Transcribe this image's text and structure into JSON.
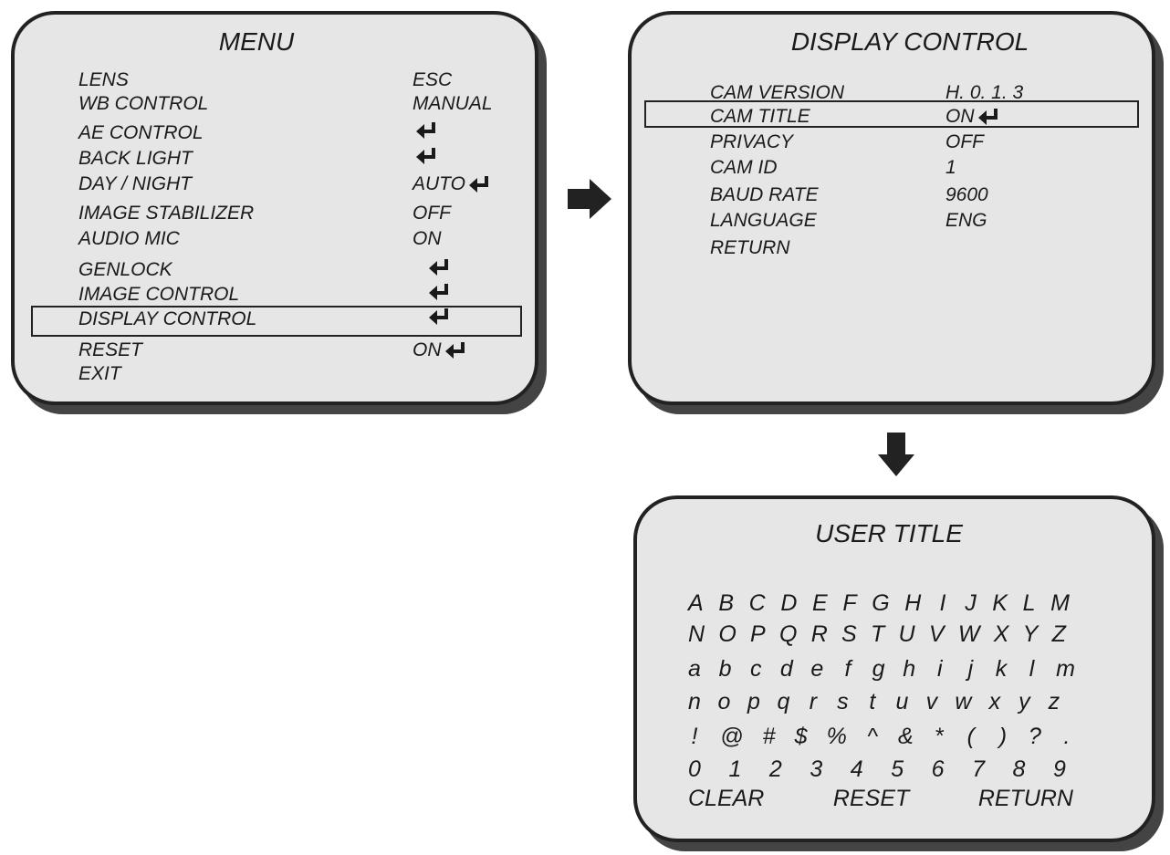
{
  "menu": {
    "title": "MENU",
    "items": [
      {
        "label": "LENS",
        "value": "ESC",
        "enter": false
      },
      {
        "label": "WB CONTROL",
        "value": "MANUAL",
        "enter": false
      },
      {
        "label": "AE CONTROL",
        "value": "",
        "enter": true
      },
      {
        "label": "BACK LIGHT",
        "value": "",
        "enter": true
      },
      {
        "label": "DAY / NIGHT",
        "value": "AUTO",
        "enter": true
      },
      {
        "label": "IMAGE STABILIZER",
        "value": "OFF",
        "enter": false
      },
      {
        "label": "AUDIO MIC",
        "value": "ON",
        "enter": false
      },
      {
        "label": "GENLOCK",
        "value": "",
        "enter": true
      },
      {
        "label": "IMAGE CONTROL",
        "value": "",
        "enter": true
      },
      {
        "label": "DISPLAY CONTROL",
        "value": "",
        "enter": true
      },
      {
        "label": "RESET",
        "value": "ON",
        "enter": true
      },
      {
        "label": "EXIT",
        "value": "",
        "enter": false
      }
    ],
    "selected_item": "DISPLAY CONTROL"
  },
  "display_control": {
    "title": "DISPLAY CONTROL",
    "items": [
      {
        "label": "CAM VERSION",
        "value": "H. 0. 1. 3",
        "enter": false
      },
      {
        "label": "CAM TITLE",
        "value": "ON",
        "enter": true
      },
      {
        "label": "PRIVACY",
        "value": "OFF",
        "enter": false
      },
      {
        "label": "CAM ID",
        "value": "1",
        "enter": false
      },
      {
        "label": "BAUD RATE",
        "value": "9600",
        "enter": false
      },
      {
        "label": "LANGUAGE",
        "value": "ENG",
        "enter": false
      },
      {
        "label": "RETURN",
        "value": "",
        "enter": false
      }
    ],
    "selected_item": "CAM TITLE"
  },
  "user_title": {
    "title": "USER TITLE",
    "rows": [
      [
        "A",
        "B",
        "C",
        "D",
        "E",
        "F",
        "G",
        "H",
        "I",
        "J",
        "K",
        "L",
        "M"
      ],
      [
        "N",
        "O",
        "P",
        "Q",
        "R",
        "S",
        "T",
        "U",
        "V",
        "W",
        "X",
        "Y",
        "Z"
      ],
      [
        "a",
        "b",
        "c",
        "d",
        "e",
        "f",
        "g",
        "h",
        "i",
        "j",
        "k",
        "l",
        "m"
      ],
      [
        "n",
        "o",
        "p",
        "q",
        "r",
        "s",
        "t",
        "u",
        "v",
        "w",
        "x",
        "y",
        "z"
      ],
      [
        "!",
        "@",
        "#",
        "$",
        "%",
        "^",
        "&",
        "*",
        "(",
        ")",
        "?",
        "."
      ],
      [
        "0",
        "1",
        "2",
        "3",
        "4",
        "5",
        "6",
        "7",
        "8",
        "9"
      ]
    ],
    "actions": {
      "clear": "CLEAR",
      "reset": "RESET",
      "return": "RETURN"
    }
  }
}
